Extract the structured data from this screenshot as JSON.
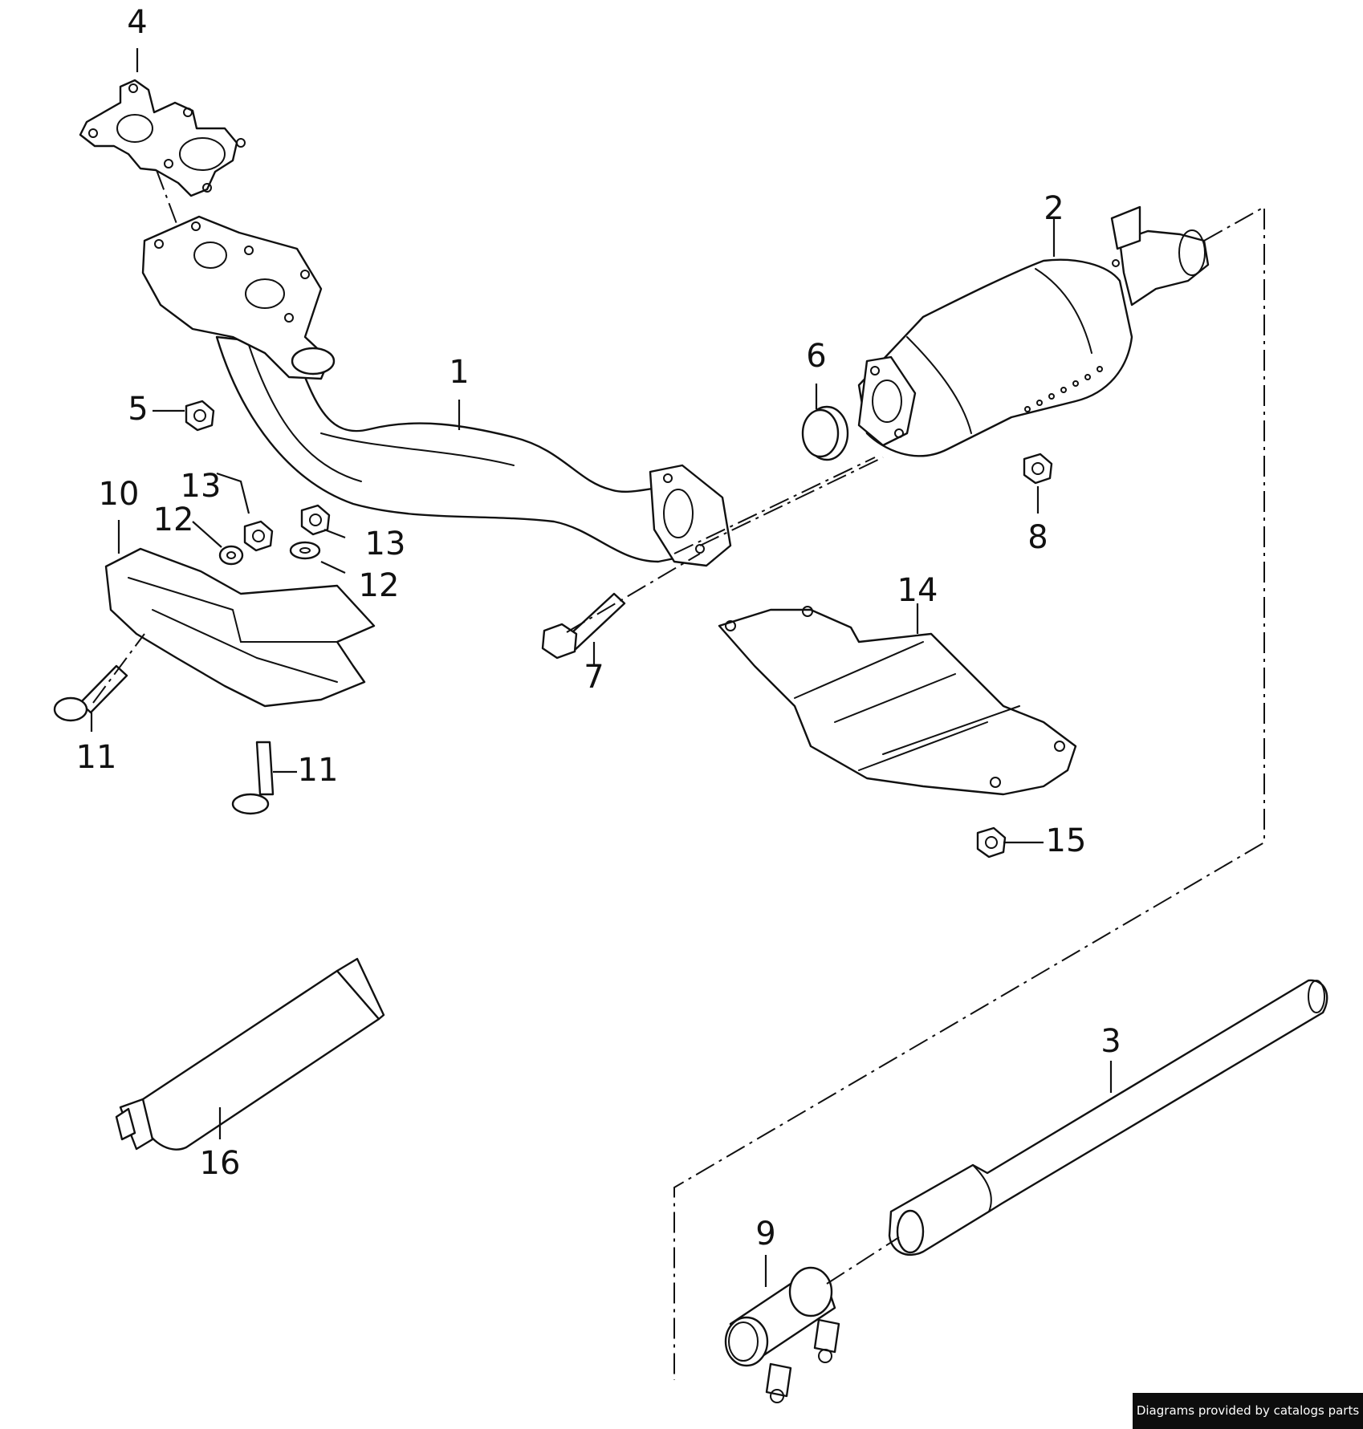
{
  "callouts": {
    "c1": "1",
    "c2": "2",
    "c3": "3",
    "c4": "4",
    "c5": "5",
    "c6": "6",
    "c7": "7",
    "c8": "8",
    "c9": "9",
    "c10": "10",
    "c11a": "11",
    "c11b": "11",
    "c12a": "12",
    "c12b": "12",
    "c13a": "13",
    "c13b": "13",
    "c14": "14",
    "c15": "15",
    "c16": "16"
  },
  "footer": {
    "credit": "Diagrams provided by catalogs parts"
  },
  "icons": {
    "gasket": "exhaust-manifold-gasket-icon",
    "front_pipe": "front-exhaust-pipe-icon",
    "catalytic_converter": "catalytic-converter-icon",
    "heat_shield": "heat-shield-icon",
    "clamp": "pipe-clamp-icon",
    "tube": "sealant-tube-icon"
  }
}
